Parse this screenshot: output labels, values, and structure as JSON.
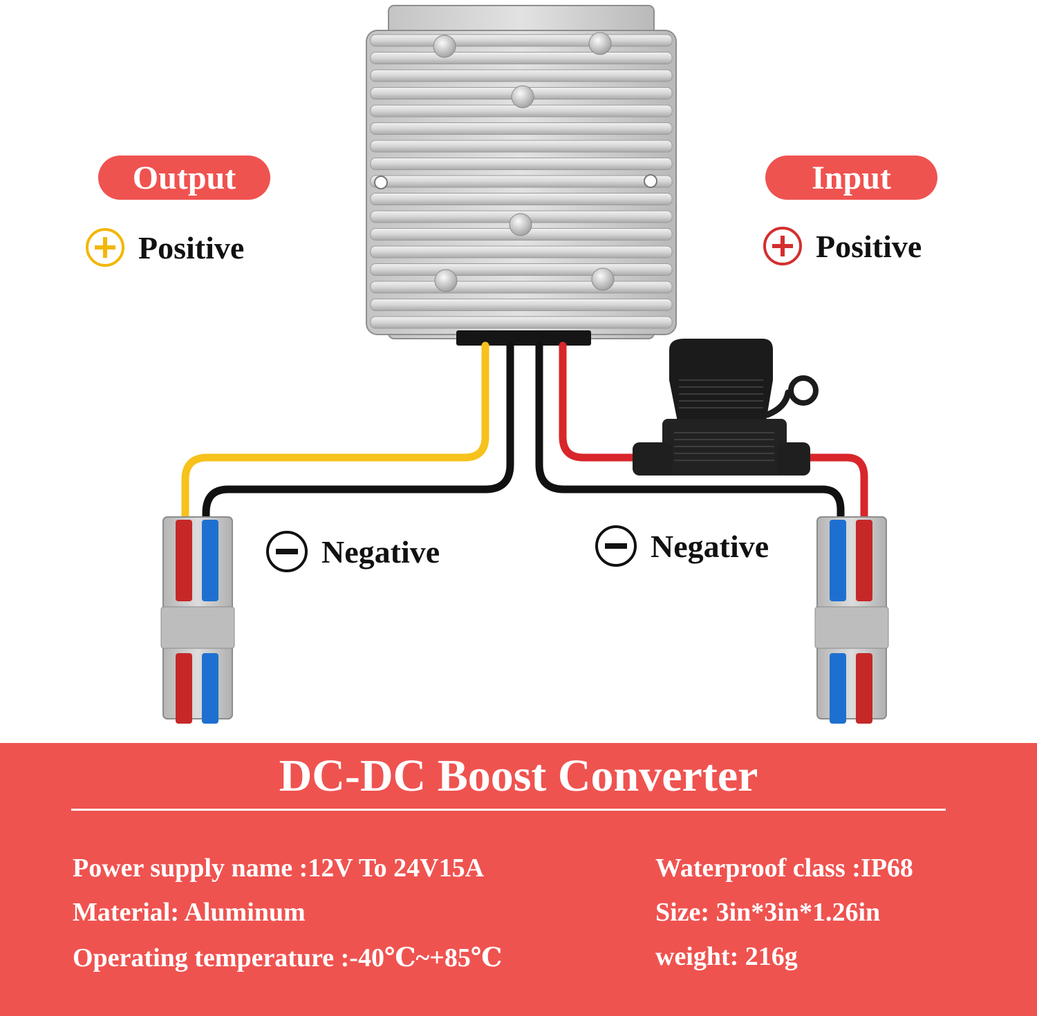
{
  "labels": {
    "output": "Output",
    "input": "Input",
    "positive_left": "Positive",
    "positive_right": "Positive",
    "negative_left": "Negative",
    "negative_right": "Negative"
  },
  "icons": {
    "output_positive": "plus-circle-icon",
    "input_positive": "plus-circle-icon",
    "negative": "minus-circle-icon"
  },
  "colors": {
    "accent_red": "#ef5350",
    "output_positive": "#f2b705",
    "input_positive": "#d32f2f",
    "wire_yellow": "#f6c21b",
    "wire_black": "#111111",
    "wire_red": "#d8262b",
    "connector_red": "#c62828",
    "connector_blue": "#1e70d0"
  },
  "panel": {
    "title": "DC-DC Boost Converter",
    "specs_left": [
      "Power supply name :12V To 24V15A",
      "Material: Aluminum",
      "Operating temperature :-40℃~+85℃"
    ],
    "specs_right": [
      "Waterproof class :IP68",
      "Size: 3in*3in*1.26in",
      "weight: 216g"
    ]
  }
}
